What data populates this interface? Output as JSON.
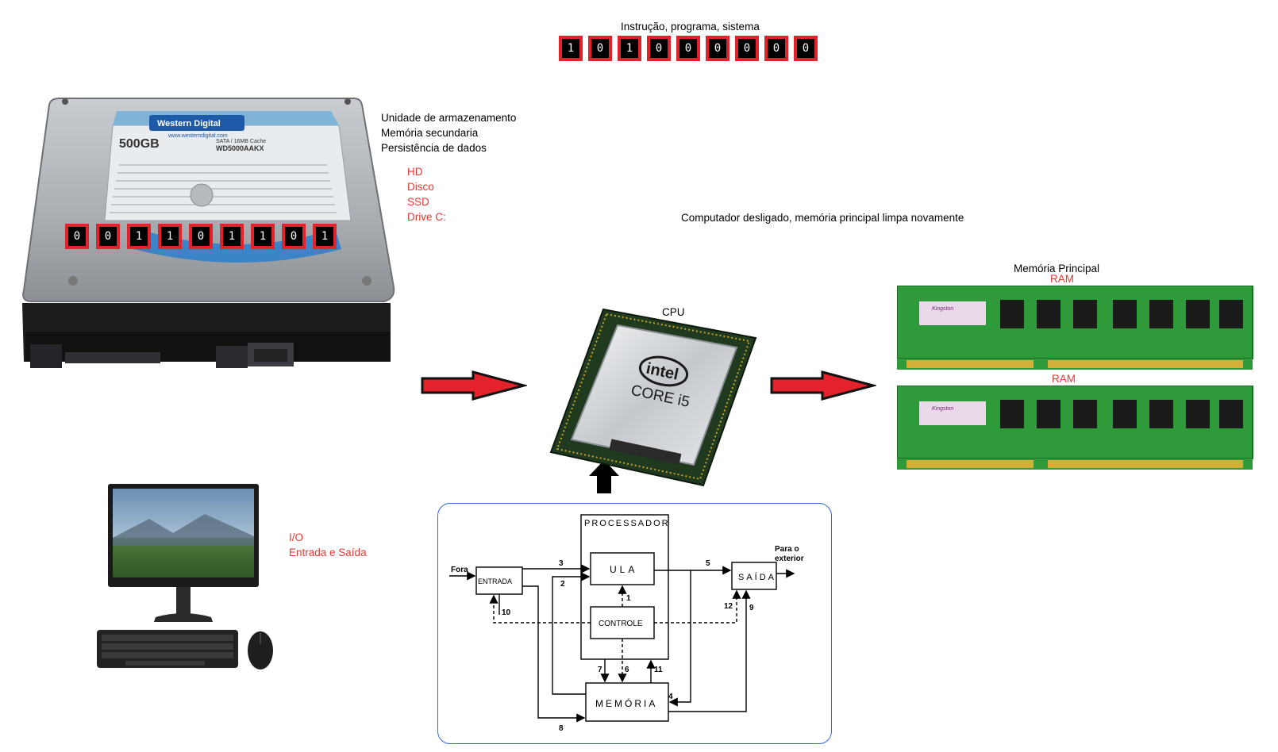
{
  "top": {
    "instruction_label": "Instrução, programa, sistema",
    "bits": [
      "1",
      "0",
      "1",
      "0",
      "0",
      "0",
      "0",
      "0",
      "0"
    ]
  },
  "storage": {
    "lines": [
      "Unidade de armazenamento",
      "Memória secundaria",
      "Persistência de dados"
    ],
    "red_lines": [
      "HD",
      "Disco",
      "SSD",
      "Drive C:"
    ],
    "bits": [
      "0",
      "0",
      "1",
      "1",
      "0",
      "1",
      "1",
      "0",
      "1"
    ],
    "hdd_label": {
      "brand": "Western Digital",
      "site": "www.westerndigital.com",
      "capacity": "500GB",
      "interface": "SATA / 16MB Cache",
      "model": "WD5000AAKX"
    }
  },
  "status_text": "Computador desligado, memória principal limpa novamente",
  "cpu": {
    "label": "CPU",
    "brand": "intel",
    "model": "CORE i5"
  },
  "ram": {
    "title": "Memória Principal",
    "module1_label": "RAM",
    "module2_label": "RAM",
    "chip_brand": "Kingston"
  },
  "io": {
    "lines": [
      "I/O",
      "Entrada e Saída"
    ]
  },
  "diagram": {
    "processador": "PROCESSADOR",
    "ula": "ULA",
    "controle": "CONTROLE",
    "entrada": "ENTRADA",
    "saida": "SAÍDA",
    "memoria": "MEMÓRIA",
    "fora": "Fora",
    "para_o": "Para o",
    "exterior": "exterior",
    "numbers": [
      "1",
      "2",
      "3",
      "4",
      "5",
      "6",
      "7",
      "8",
      "9",
      "10",
      "11",
      "12"
    ]
  },
  "colors": {
    "accent_red": "#e3222c",
    "label_red": "#e53935",
    "ram_green": "#2e9a3a",
    "frame_blue": "#2d6bd8"
  }
}
